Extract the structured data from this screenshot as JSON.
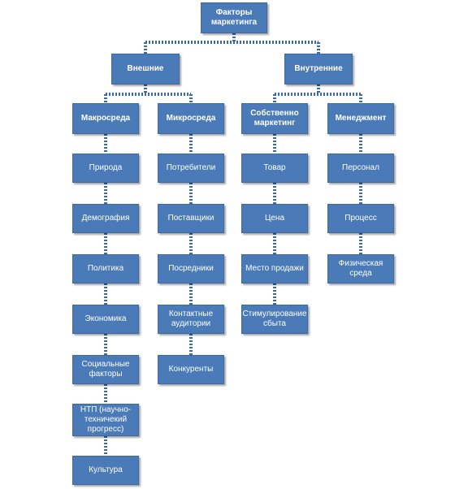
{
  "diagram": {
    "root": "Факторы\nмаркетинга",
    "groups": [
      {
        "label": "Внешние",
        "sub": [
          {
            "label": "Макросреда",
            "items": [
              "Природа",
              "Демография",
              "Политика",
              "Экономика",
              "Социальные\nфакторы",
              "НТП (научно-\nтехничекий\nпрогресс)",
              "Культура"
            ]
          },
          {
            "label": "Микросреда",
            "items": [
              "Потребители",
              "Поставщики",
              "Посредники",
              "Контактные\nаудитории",
              "Конкуренты"
            ]
          }
        ]
      },
      {
        "label": "Внутренние",
        "sub": [
          {
            "label": "Собственно\nмаркетинг",
            "items": [
              "Товар",
              "Цена",
              "Место продажи",
              "Стимулирование\nсбыта"
            ]
          },
          {
            "label": "Менеджмент",
            "items": [
              "Персонал",
              "Процесс",
              "Физическая среда"
            ]
          }
        ]
      }
    ]
  },
  "colors": {
    "box": "#4a7ab8",
    "border": "#3b6aa4",
    "text": "#ffffff",
    "connector": "#3b6aa4"
  }
}
